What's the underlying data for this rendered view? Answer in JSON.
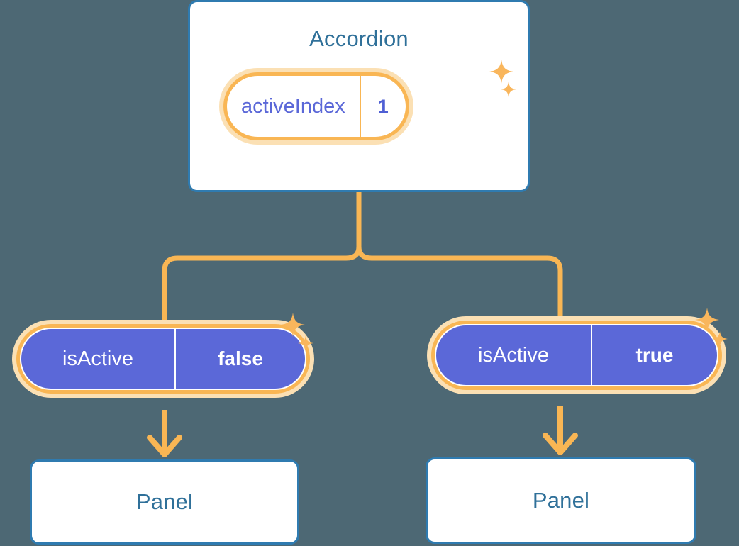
{
  "theme": {
    "background": "#4d6874",
    "card_border": "#2f7bb0",
    "card_fill": "#ffffff",
    "title_text": "#2f7099",
    "accent_orange": "#f9b654",
    "accent_orange_soft": "#fbe0b4",
    "purple": "#5b68d8",
    "purple_text": "#4f5fd4",
    "white": "#ffffff"
  },
  "tree": {
    "root": {
      "title": "Accordion",
      "state": {
        "key": "activeIndex",
        "value": "1"
      }
    },
    "branches": [
      {
        "side": "left",
        "state": {
          "key": "isActive",
          "value": "false"
        },
        "child": {
          "title": "Panel"
        }
      },
      {
        "side": "right",
        "state": {
          "key": "isActive",
          "value": "true"
        },
        "child": {
          "title": "Panel"
        }
      }
    ]
  },
  "decorations": {
    "sparkles": [
      {
        "name": "sparkle-top-big",
        "size": "large"
      },
      {
        "name": "sparkle-top-small",
        "size": "small"
      },
      {
        "name": "sparkle-left-big",
        "size": "large"
      },
      {
        "name": "sparkle-left-small",
        "size": "small"
      },
      {
        "name": "sparkle-right-big",
        "size": "large"
      },
      {
        "name": "sparkle-right-small",
        "size": "small"
      }
    ],
    "arrows": [
      {
        "name": "arrow-down-left"
      },
      {
        "name": "arrow-down-right"
      }
    ]
  }
}
